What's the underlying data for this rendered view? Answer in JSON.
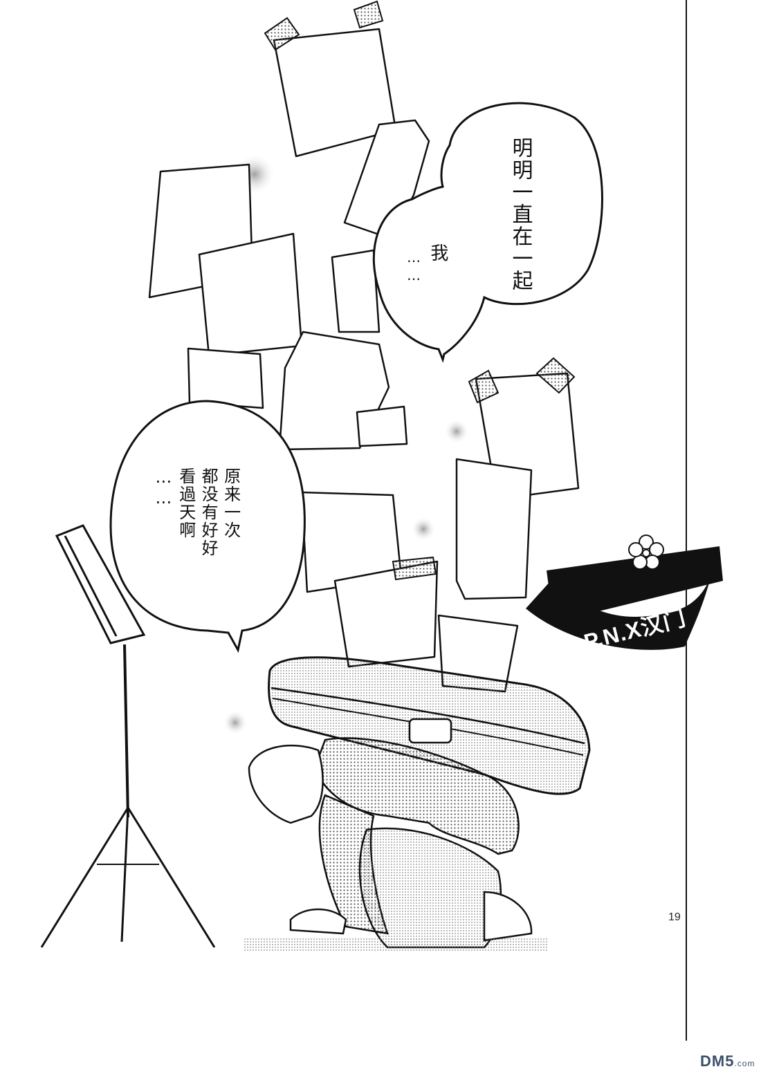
{
  "bubbles": {
    "b1": "明明一直在一起",
    "b2": "我",
    "b2_ellipsis": "……",
    "b3": [
      "原来一次",
      "都没有好好",
      "看過天啊",
      "……"
    ]
  },
  "page_number": "19",
  "stamp": {
    "text": "P.N.X汉门",
    "flower_icon": "flower-icon"
  },
  "watermark": {
    "text": "DM5",
    "suffix": ".com",
    "color": "#3c4f6b"
  }
}
